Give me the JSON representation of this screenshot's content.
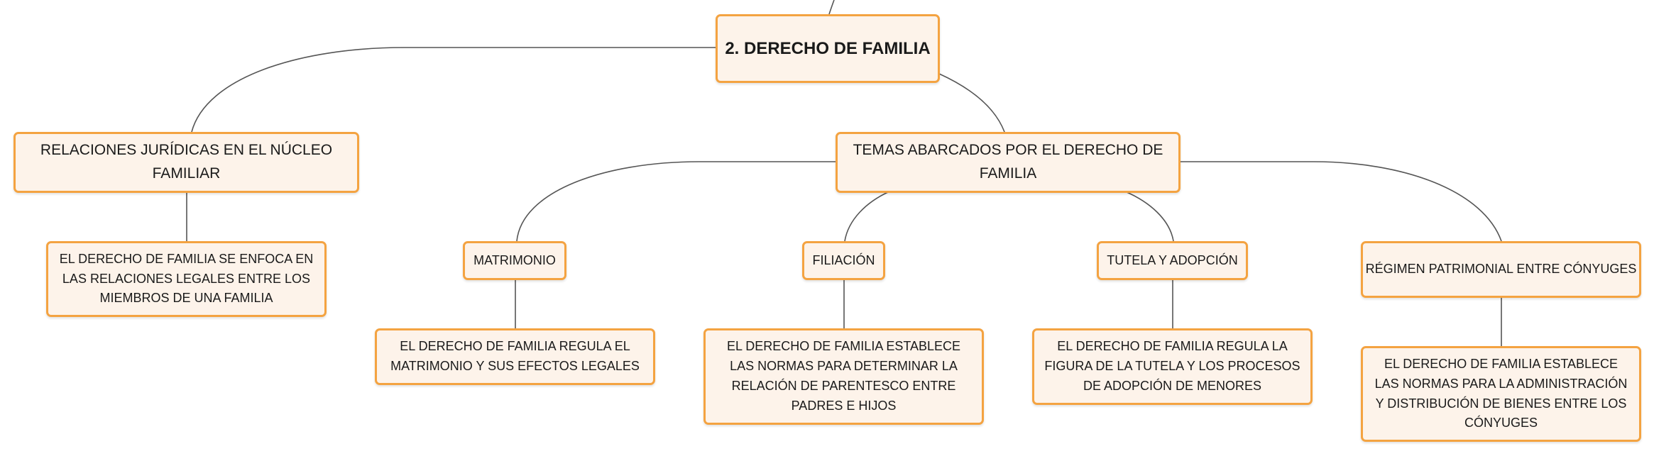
{
  "root": "2. DERECHO DE FAMILIA",
  "relaciones": {
    "title": "RELACIONES JURÍDICAS EN EL NÚCLEO FAMILIAR",
    "desc": "EL DERECHO DE FAMILIA SE ENFOCA EN LAS RELACIONES LEGALES ENTRE LOS MIEMBROS DE UNA FAMILIA"
  },
  "temas": {
    "title": "TEMAS ABARCADOS POR EL DERECHO DE FAMILIA",
    "items": [
      {
        "title": "MATRIMONIO",
        "desc": "EL DERECHO DE FAMILIA REGULA EL MATRIMONIO Y SUS EFECTOS LEGALES"
      },
      {
        "title": "FILIACIÓN",
        "desc": "EL DERECHO DE FAMILIA ESTABLECE LAS NORMAS PARA DETERMINAR LA RELACIÓN DE PARENTESCO ENTRE PADRES E HIJOS"
      },
      {
        "title": "TUTELA Y ADOPCIÓN",
        "desc": "EL DERECHO DE FAMILIA REGULA LA FIGURA DE LA TUTELA Y LOS PROCESOS DE ADOPCIÓN DE MENORES"
      },
      {
        "title": "RÉGIMEN PATRIMONIAL ENTRE CÓNYUGES",
        "desc": "EL DERECHO DE FAMILIA ESTABLECE LAS NORMAS PARA LA ADMINISTRACIÓN Y DISTRIBUCIÓN DE BIENES ENTRE LOS CÓNYUGES"
      }
    ]
  },
  "colors": {
    "border": "#f4a341",
    "fill": "#fdf3ea",
    "line": "#555555"
  }
}
